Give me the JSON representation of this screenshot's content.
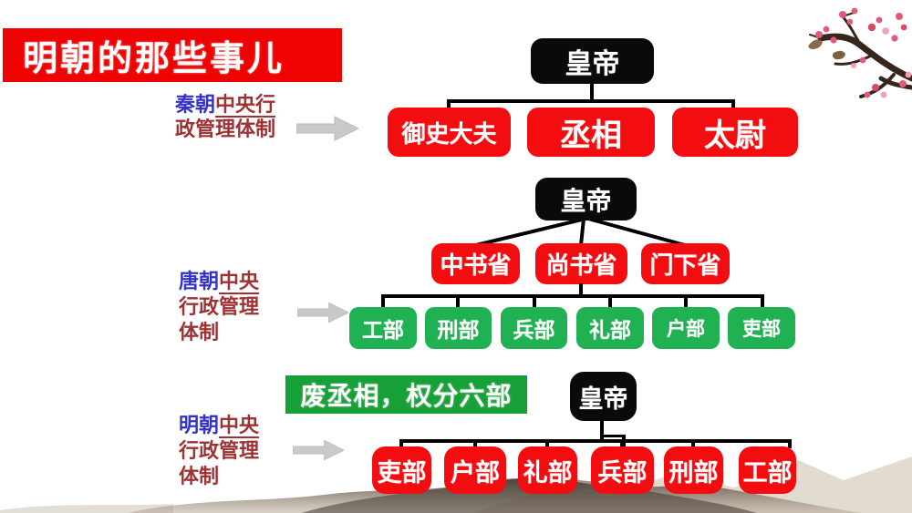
{
  "title": "明朝的那些事儿",
  "colors": {
    "title_banner_red": "#ee0302",
    "node_red": "#f30d10",
    "node_black": "#0a0a0a",
    "ministry_green": "#1fb152",
    "banner_green": "#18a038",
    "dynasty_blue": "#3232cb",
    "label_dark_red": "#9e3232",
    "arrow_gray": "#c9c9c9",
    "connector_black": "#000000"
  },
  "sections": {
    "qin": {
      "label": {
        "dynasty": "秦朝",
        "line1_rest": "中央行",
        "line2": "政管理体制"
      },
      "chart": {
        "root": "皇帝",
        "children": [
          "御史大夫",
          "丞相",
          "太尉"
        ]
      }
    },
    "tang": {
      "label": {
        "dynasty": "唐朝",
        "line1_rest": "中央",
        "line2": "行政管理",
        "line3": "体制"
      },
      "chart": {
        "root": "皇帝",
        "children": [
          "中书省",
          "尚书省",
          "门下省"
        ],
        "ministries": [
          "工部",
          "刑部",
          "兵部",
          "礼部",
          "户部",
          "吏部"
        ]
      }
    },
    "ming": {
      "label": {
        "dynasty": "明朝",
        "line1_rest": "中央",
        "line2": "行政管理",
        "line3": "体制"
      },
      "banner": "废丞相，权分六部",
      "chart": {
        "root": "皇帝",
        "children": [
          "吏部",
          "户部",
          "礼部",
          "兵部",
          "刑部",
          "工部"
        ]
      }
    }
  }
}
